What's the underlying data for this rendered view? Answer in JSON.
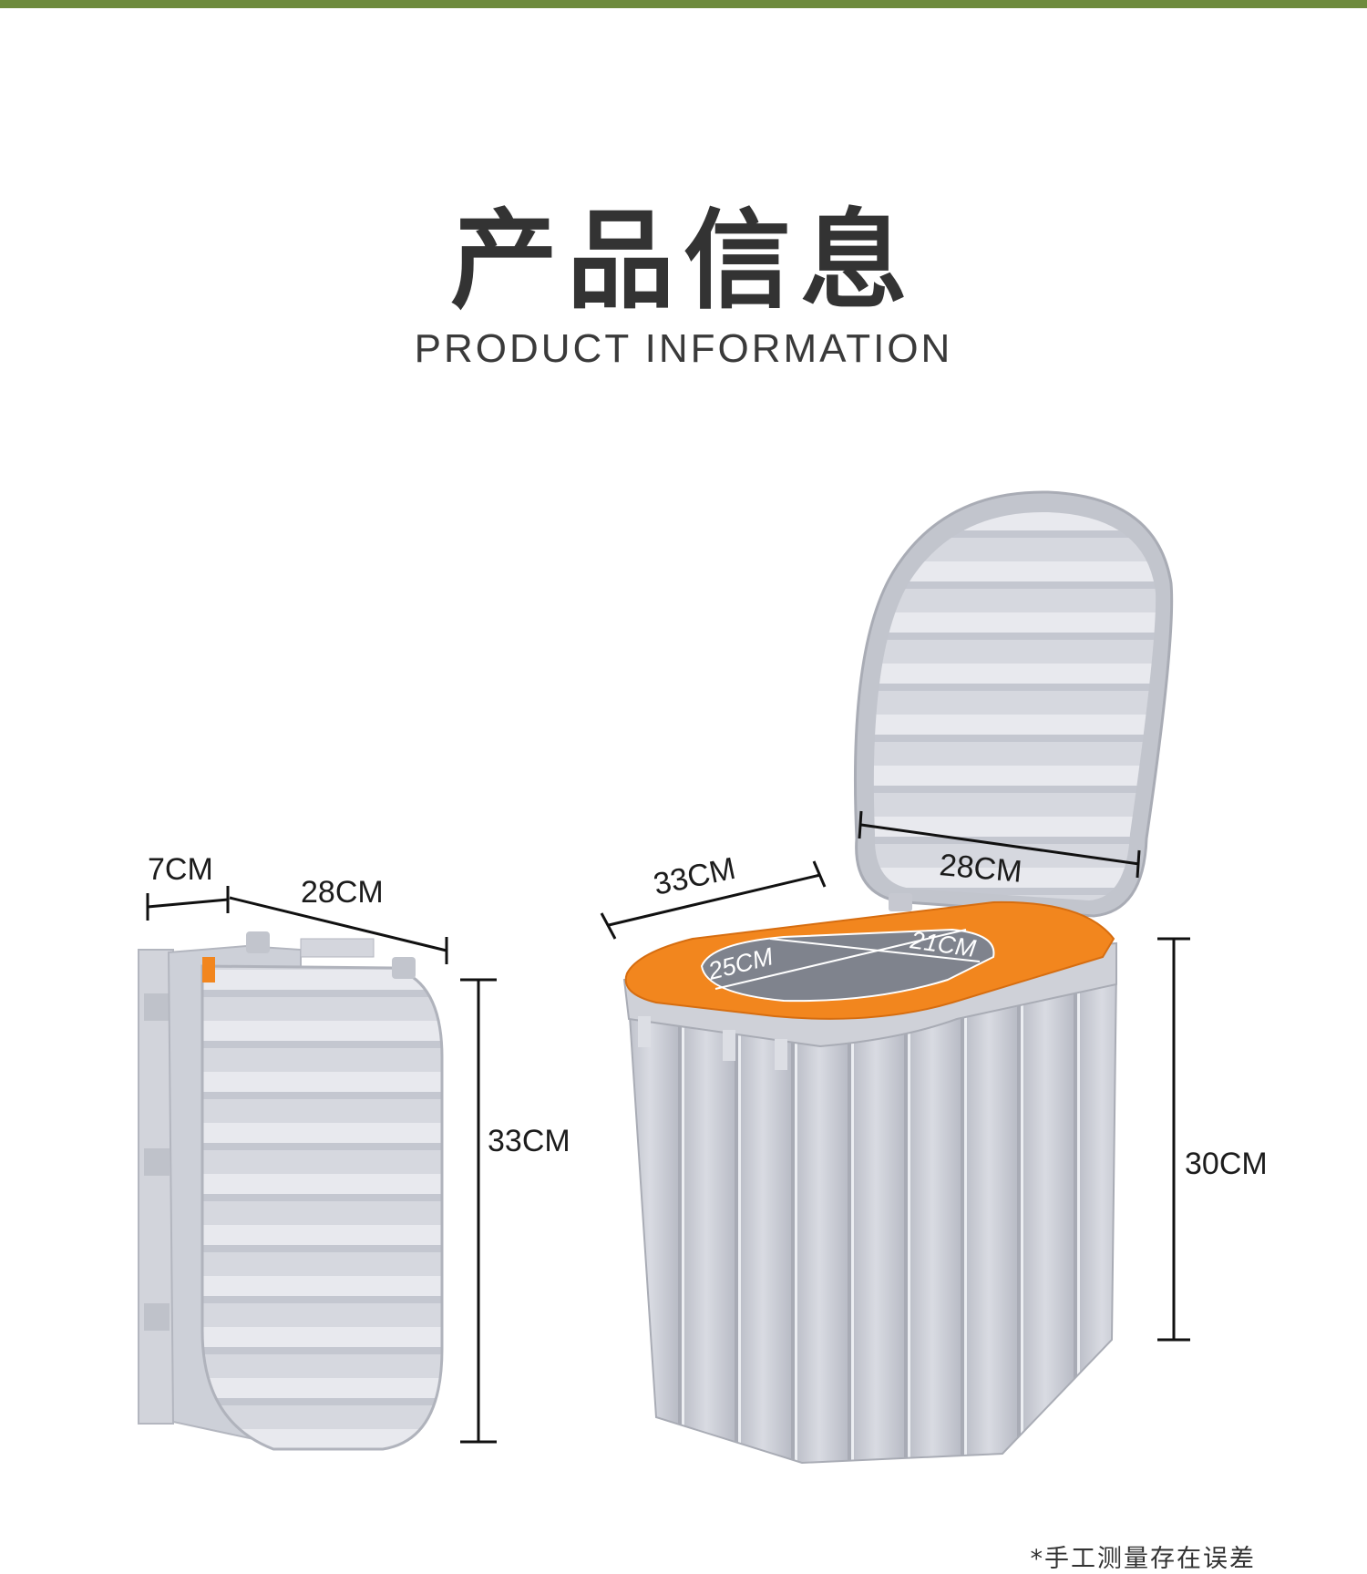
{
  "colors": {
    "top_bar": "#6e8b3d",
    "seat_orange": "#f2861e",
    "body_gray": "#c9cbd3"
  },
  "header": {
    "title_cn": "产品信息",
    "title_en": "PRODUCT INFORMATION"
  },
  "folded_product": {
    "thickness": "7CM",
    "width": "28CM",
    "height": "33CM"
  },
  "open_product": {
    "depth": "33CM",
    "lid_width": "28CM",
    "height": "30CM",
    "hole_length": "25CM",
    "hole_width": "21CM"
  },
  "note": "*手工测量存在误差"
}
